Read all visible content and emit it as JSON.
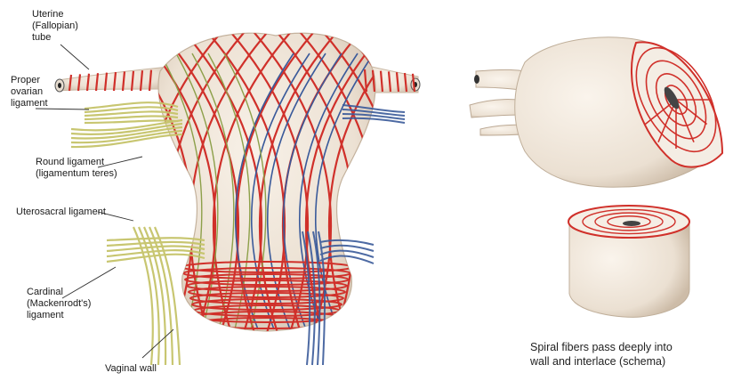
{
  "labels": {
    "uterine_tube": "Uterine\n(Fallopian)\ntube",
    "proper_ovarian_ligament": "Proper\novarian\nligament",
    "round_ligament": "Round ligament\n(ligamentum teres)",
    "uterosacral_ligament": "Uterosacral ligament",
    "cardinal_ligament": "Cardinal\n(Mackenrodt's)\nligament",
    "vaginal_wall": "Vaginal wall"
  },
  "caption": "Spiral fibers pass deeply into\nwall and interlace (schema)",
  "colors": {
    "tissue": "#efe6da",
    "tissue_shadow": "#d8c9b8",
    "red_fiber": "#d0302a",
    "blue_fiber": "#3a5a9a",
    "yellow_ligament": "#c6c46a",
    "leader_line": "#333333"
  }
}
